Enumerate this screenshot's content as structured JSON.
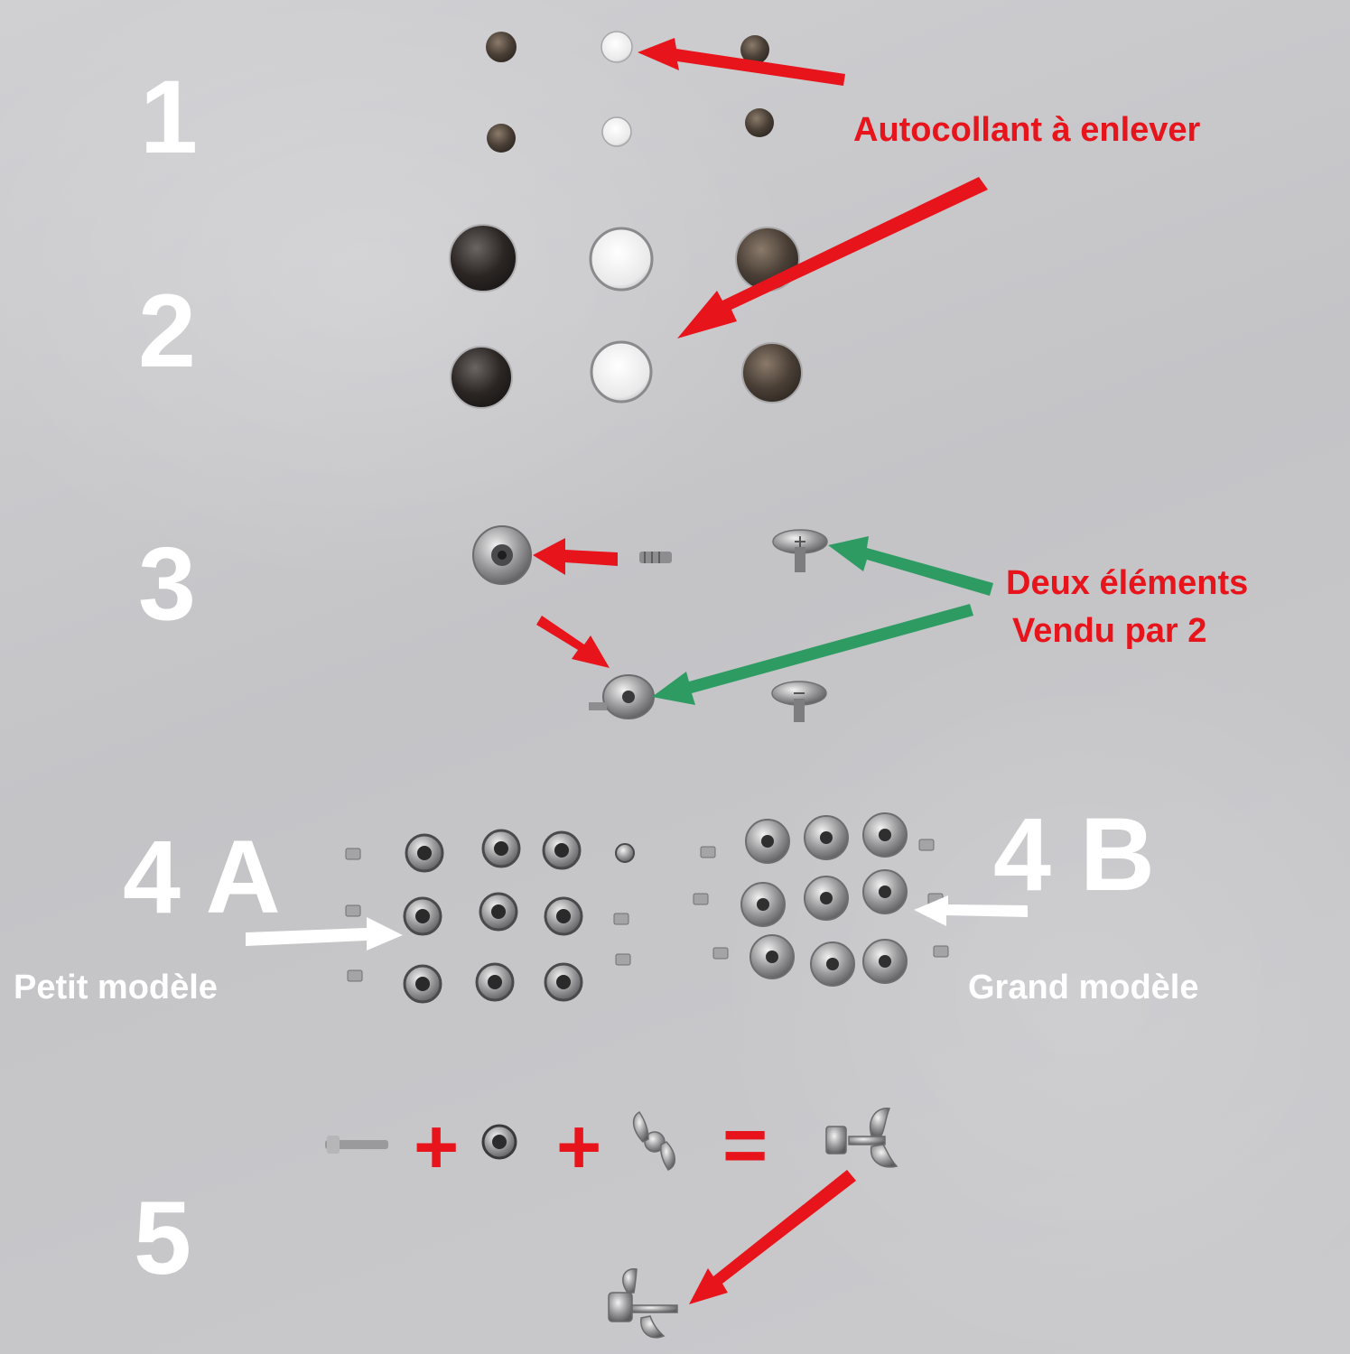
{
  "steps": {
    "step1": "1",
    "step2": "2",
    "step3": "3",
    "step4a": "4 A",
    "step4b": "4 B",
    "step5": "5"
  },
  "annotations": {
    "sticker_note": "Autocollant à enlever",
    "two_elements_line1": "Deux éléments",
    "two_elements_line2": "Vendu par 2",
    "small_model": "Petit modèle",
    "large_model": "Grand modèle"
  },
  "operators": {
    "plus1": "+",
    "plus2": "+",
    "equals": "="
  },
  "colors": {
    "red_arrow": "#e8141b",
    "green_arrow": "#2e9b62",
    "white_arrow": "#ffffff",
    "fabric": "#c9c9cb"
  }
}
